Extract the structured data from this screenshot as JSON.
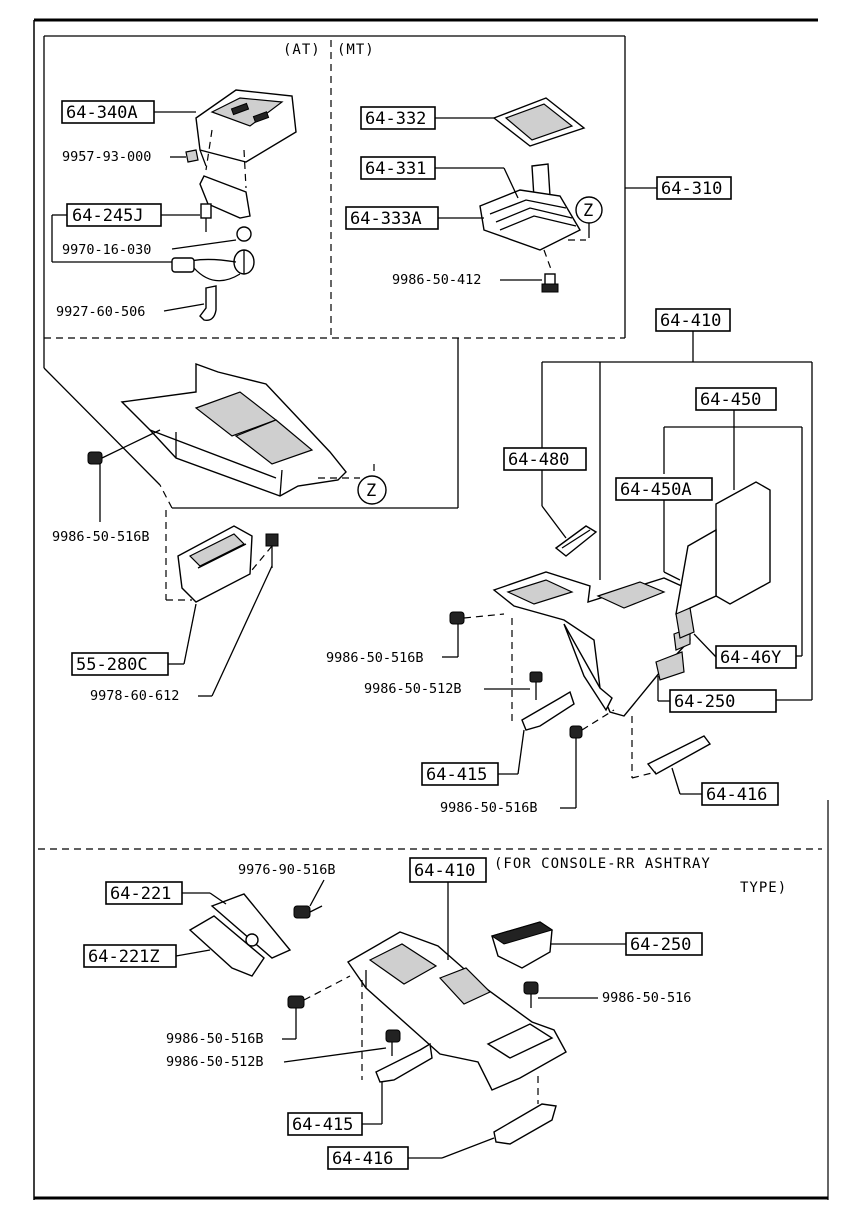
{
  "upper_section": {
    "at_header": "(AT)",
    "mt_header": "(MT)",
    "labels": {
      "p64_340A": "64-340A",
      "p9957_93_000": "9957-93-000",
      "p64_245J": "64-245J",
      "p9970_16_030": "9970-16-030",
      "p9927_60_506": "9927-60-506",
      "p64_332": "64-332",
      "p64_331": "64-331",
      "p64_333A": "64-333A",
      "p9986_50_412": "9986-50-412",
      "p64_310": "64-310",
      "z_top": "Z",
      "z_bottom": "Z",
      "p9986_50_516B_a": "9986-50-516B",
      "p55_280C": "55-280C",
      "p9978_60_612": "9978-60-612",
      "p64_410": "64-410",
      "p64_450": "64-450",
      "p64_480": "64-480",
      "p64_450A": "64-450A",
      "p64_46Y": "64-46Y",
      "p64_250": "64-250",
      "p9986_50_516B_b": "9986-50-516B",
      "p9986_50_512B": "9986-50-512B",
      "p64_415": "64-415",
      "p9986_50_516B_c": "9986-50-516B",
      "p64_416": "64-416"
    }
  },
  "lower_section": {
    "note_line1": "(FOR CONSOLE-RR ASHTRAY",
    "note_line2": "TYPE)",
    "labels": {
      "p9976_90_516B": "9976-90-516B",
      "p64_221": "64-221",
      "p64_221Z": "64-221Z",
      "p64_410": "64-410",
      "p64_250": "64-250",
      "p9986_50_516": "9986-50-516",
      "p9986_50_516B": "9986-50-516B",
      "p9986_50_512B": "9986-50-512B",
      "p64_415": "64-415",
      "p64_416": "64-416"
    }
  }
}
